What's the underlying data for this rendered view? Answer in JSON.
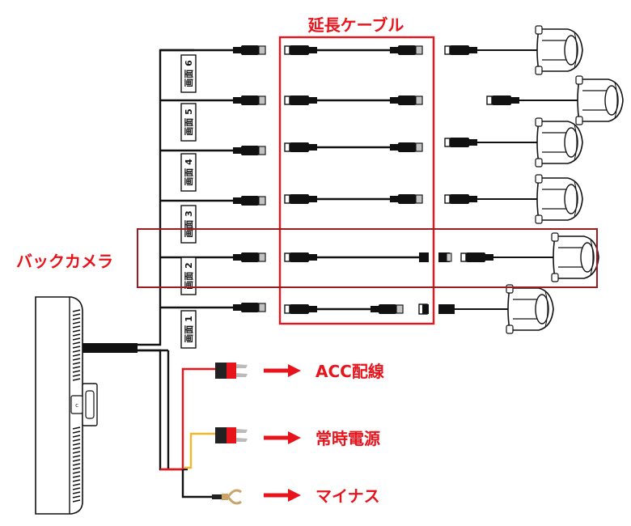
{
  "title": "延長ケーブル",
  "back_camera_label": "バックカメラ",
  "channels": [
    {
      "label": "画面 6"
    },
    {
      "label": "画面 5"
    },
    {
      "label": "画面 4"
    },
    {
      "label": "画面 3"
    },
    {
      "label": "画面 2"
    },
    {
      "label": "画面 1"
    }
  ],
  "power_wires": [
    {
      "label": "ACC配線",
      "wire_color": "#e8141c"
    },
    {
      "label": "常時電源",
      "wire_color": "#f2b62a"
    },
    {
      "label": "マイナス",
      "wire_color": "#111111"
    }
  ],
  "colors": {
    "accent_red": "#e8141c",
    "box_dark_red": "#9b1b1f",
    "cable": "#111111"
  }
}
